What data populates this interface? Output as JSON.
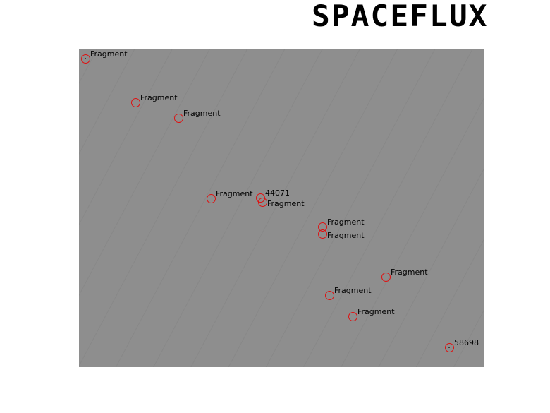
{
  "logo": "SPACEFLUX",
  "colors": {
    "marker": "#e01010",
    "background": "#8e8e8e"
  },
  "detections": [
    {
      "label": "Fragment"
    },
    {
      "label": "Fragment"
    },
    {
      "label": "Fragment"
    },
    {
      "label": "Fragment"
    },
    {
      "label": "44071"
    },
    {
      "label": "Fragment"
    },
    {
      "label": "Fragment"
    },
    {
      "label": "Fragment"
    },
    {
      "label": "Fragment"
    },
    {
      "label": "Fragment"
    },
    {
      "label": "Fragment"
    },
    {
      "label": "58698"
    }
  ]
}
